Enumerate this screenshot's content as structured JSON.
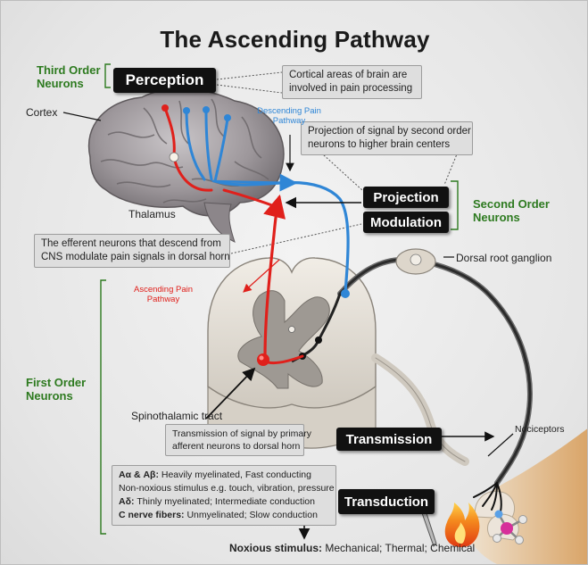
{
  "title": "The Ascending Pathway",
  "neuron_orders": {
    "third": [
      "Third Order",
      "Neurons"
    ],
    "second": [
      "Second Order",
      "Neurons"
    ],
    "first": [
      "First Order",
      "Neurons"
    ]
  },
  "stages": {
    "perception": "Perception",
    "projection": "Projection",
    "modulation": "Modulation",
    "transmission": "Transmission",
    "transduction": "Transduction"
  },
  "notes": {
    "perception": [
      "Cortical areas of brain are",
      "involved in pain processing"
    ],
    "projection": [
      "Projection of signal by second order",
      "neurons to higher brain centers"
    ],
    "modulation": [
      "The efferent neurons that descend from",
      "CNS modulate pain signals in dorsal horn"
    ],
    "transmission": [
      "Transmission of signal by primary",
      "afferent neurons to dorsal horn"
    ]
  },
  "fibers": [
    {
      "term": "Aα & Aβ:",
      "desc": " Heavily myelinated, Fast conducting"
    },
    {
      "term": "",
      "desc": "Non-noxious stimulus e.g. touch, vibration, pressure"
    },
    {
      "term": "Aδ:",
      "desc": " Thinly myelinated; Intermediate conduction"
    },
    {
      "term": "C nerve fibers:",
      "desc": " Unmyelinated; Slow conduction"
    }
  ],
  "labels": {
    "cortex": "Cortex",
    "thalamus": "Thalamus",
    "descending": [
      "Descending Pain",
      "Pathway"
    ],
    "ascending": [
      "Ascending Pain",
      "Pathway"
    ],
    "dorsal_root_ganglion": "Dorsal root ganglion",
    "spinothalamic": "Spinothalamic tract",
    "nociceptors": "Nociceptors"
  },
  "stimulus": {
    "term": "Noxious stimulus:",
    "desc": " Mechanical; Thermal; Chemical"
  },
  "colors": {
    "ascending": "#e0201b",
    "descending": "#2f86d6",
    "green_text": "#2d7a1f",
    "box_dark": "#111111"
  },
  "icons": [
    "nail-icon",
    "flame-icon",
    "molecule-icon"
  ]
}
